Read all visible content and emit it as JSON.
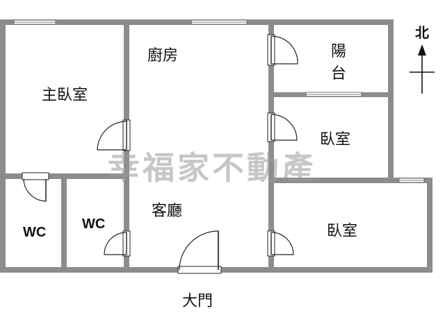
{
  "rooms": {
    "master_bedroom": "主臥室",
    "kitchen": "廚房",
    "balcony_line1": "陽",
    "balcony_line2": "台",
    "bedroom_1": "臥室",
    "bedroom_2": "臥室",
    "wc_1": "WC",
    "wc_2": "WC",
    "living_room": "客廳"
  },
  "watermark": "幸福家不動產",
  "compass": {
    "label": "北"
  },
  "entrance": {
    "label": "大門"
  },
  "colors": {
    "wall": "#8c8c8c",
    "watermark": "#9a9a9a"
  }
}
